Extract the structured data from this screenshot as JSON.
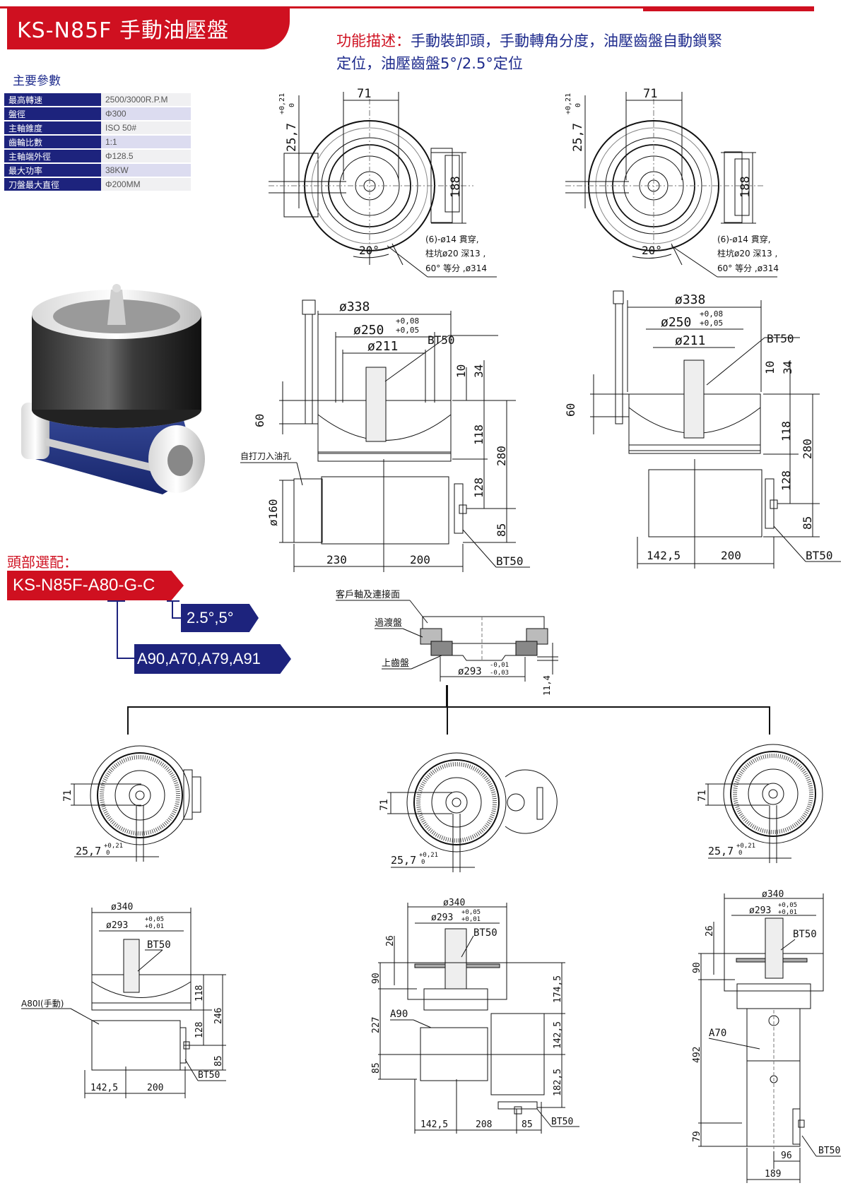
{
  "header": {
    "title": "KS-N85F  手動油壓盤",
    "function_label": "功能描述：",
    "function_text": "手動裝卸頭，手動轉角分度，油壓齒盤自動鎖緊定位，油壓齒盤5°/2.5°定位"
  },
  "params": {
    "title": "主要參數",
    "rows": [
      {
        "key": "最高轉速",
        "value": "2500/3000R.P.M"
      },
      {
        "key": "盤徑",
        "value": "Φ300"
      },
      {
        "key": "主軸錐度",
        "value": "ISO 50#"
      },
      {
        "key": "齒輪比數",
        "value": "1:1"
      },
      {
        "key": "主軸端外徑",
        "value": "Φ128.5"
      },
      {
        "key": "最大功率",
        "value": "38KW"
      },
      {
        "key": "刀盤最大直徑",
        "value": "Φ200MM"
      }
    ]
  },
  "options": {
    "title": "頭部選配：",
    "model_code": "KS-N85F-A80-G-C",
    "angle_options": "2.5°,5°",
    "head_options": "A90,A70,A79,A91"
  },
  "colors": {
    "brand_red": "#cf1020",
    "brand_blue": "#1d237d"
  },
  "drawings": {
    "top_view": {
      "dim_71": "71",
      "dim_257": "25,7",
      "tol_257_upper": "+0,21",
      "tol_257_lower": "0",
      "dim_188": "188",
      "angle": "20°",
      "hole_note_1": "(6)-ø14 貫穿,",
      "hole_note_2": "柱坑ø20 深13 ,",
      "hole_note_3": "60° 等分 ,ø314"
    },
    "side_view_left": {
      "d338": "ø338",
      "d250": "ø250",
      "tol_250_upper": "+0,08",
      "tol_250_lower": "+0,05",
      "d211": "ø211",
      "bt50_top": "BT50",
      "bt50_bottom": "BT50",
      "dim_10": "10",
      "dim_34": "34",
      "dim_60": "60",
      "dim_118": "118",
      "dim_280": "280",
      "dim_128": "128",
      "dim_85": "85",
      "d160": "ø160",
      "dim_230": "230",
      "dim_200": "200",
      "oil_hole_label": "自打刀入油孔"
    },
    "side_view_right": {
      "dim_1425": "142,5",
      "dim_200": "200"
    },
    "interface": {
      "customer_face": "客戶軸及連接面",
      "adapter_plate": "過渡盤",
      "upper_gear": "上齒盤",
      "d293": "ø293",
      "tol_upper": "-0,01",
      "tol_lower": "-0,03",
      "dim_114": "11,4"
    },
    "heads": [
      {
        "name": "A80I(手動)",
        "d340": "ø340",
        "d293": "ø293",
        "tol_upper": "+0,05",
        "tol_lower": "+0,01",
        "bt50": "BT50",
        "dims": [
          "118",
          "128",
          "246",
          "85",
          "142,5",
          "200"
        ],
        "bt50_b": "BT50"
      },
      {
        "name": "A90",
        "d340": "ø340",
        "d293": "ø293",
        "tol_upper": "+0,05",
        "tol_lower": "+0,01",
        "bt50": "BT50",
        "dims": [
          "26",
          "90",
          "227",
          "85",
          "174,5",
          "142,5",
          "182,5",
          "142,5",
          "208",
          "85"
        ],
        "bt50_b": "BT50"
      },
      {
        "name": "A70",
        "d340": "ø340",
        "d293": "ø293",
        "tol_upper": "+0,05",
        "tol_lower": "+0,01",
        "bt50": "BT50",
        "dims": [
          "26",
          "90",
          "492",
          "79",
          "96",
          "189"
        ],
        "bt50_b": "BT50"
      }
    ],
    "front_views": {
      "dim_71": "71",
      "dim_257": "25,7",
      "tol_upper": "+0,21",
      "tol_lower": "0"
    }
  }
}
